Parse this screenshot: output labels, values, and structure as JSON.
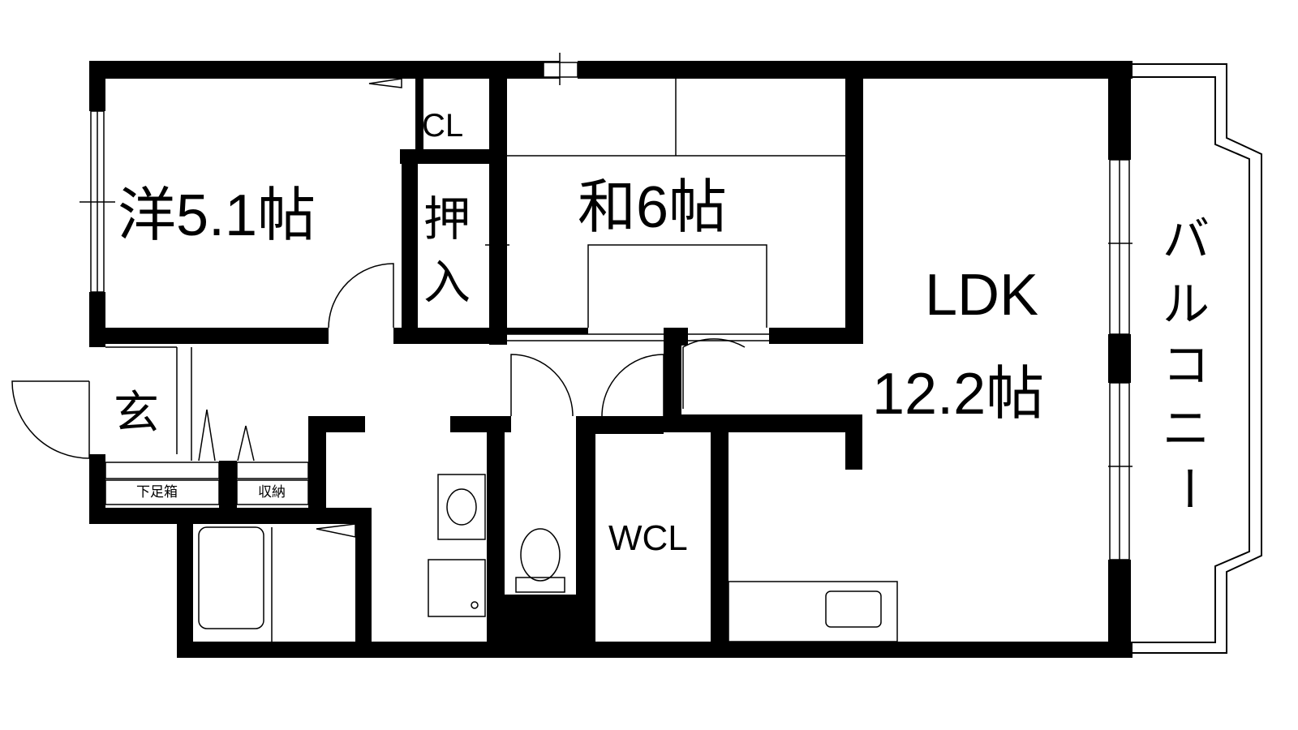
{
  "rooms": {
    "western_room": "洋5.1帖",
    "japanese_room": "和6帖",
    "closet": "CL",
    "oshiire_top": "押",
    "oshiire_bottom": "入",
    "ldk": "LDK",
    "ldk_size": "12.2帖",
    "balcony_1": "バ",
    "balcony_2": "ル",
    "balcony_3": "コ",
    "balcony_4": "ニ",
    "balcony_5": "ー",
    "entrance": "玄",
    "shoe_box": "下足箱",
    "storage": "収納",
    "walk_in_closet": "WCL"
  },
  "colors": {
    "wall": "#000000",
    "background": "#ffffff"
  }
}
